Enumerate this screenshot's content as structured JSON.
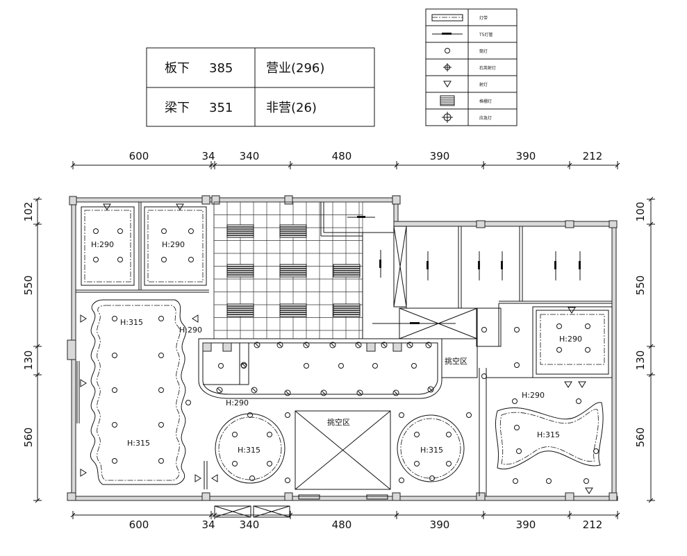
{
  "summary_table": {
    "row1": {
      "label": "板下",
      "value": "385",
      "note": "营业(296)"
    },
    "row2": {
      "label": "梁下",
      "value": "351",
      "note": "非营(26)"
    }
  },
  "legend": [
    {
      "symbol": "dashdot-line-icon",
      "text": "灯带"
    },
    {
      "symbol": "linear-light-icon",
      "text": "T5灯管"
    },
    {
      "symbol": "downlight-icon",
      "text": "筒灯"
    },
    {
      "symbol": "spotlight-icon",
      "text": "石英射灯"
    },
    {
      "symbol": "angle-light-icon",
      "text": "射灯"
    },
    {
      "symbol": "grille-light-icon",
      "text": "格栅灯"
    },
    {
      "symbol": "emergency-light-icon",
      "text": "应急灯"
    }
  ],
  "dims_top": [
    "600",
    "34",
    "340",
    "480",
    "390",
    "390",
    "212"
  ],
  "dims_bottom": [
    "600",
    "34",
    "340",
    "480",
    "390",
    "390",
    "212"
  ],
  "dims_left": [
    "102",
    "550",
    "130",
    "560"
  ],
  "dims_right": [
    "100",
    "550",
    "130",
    "560"
  ],
  "heights": {
    "h290": "H:290",
    "h315": "H:315"
  },
  "zones": {
    "void_right": "挑空区",
    "void_center": "挑空区"
  }
}
